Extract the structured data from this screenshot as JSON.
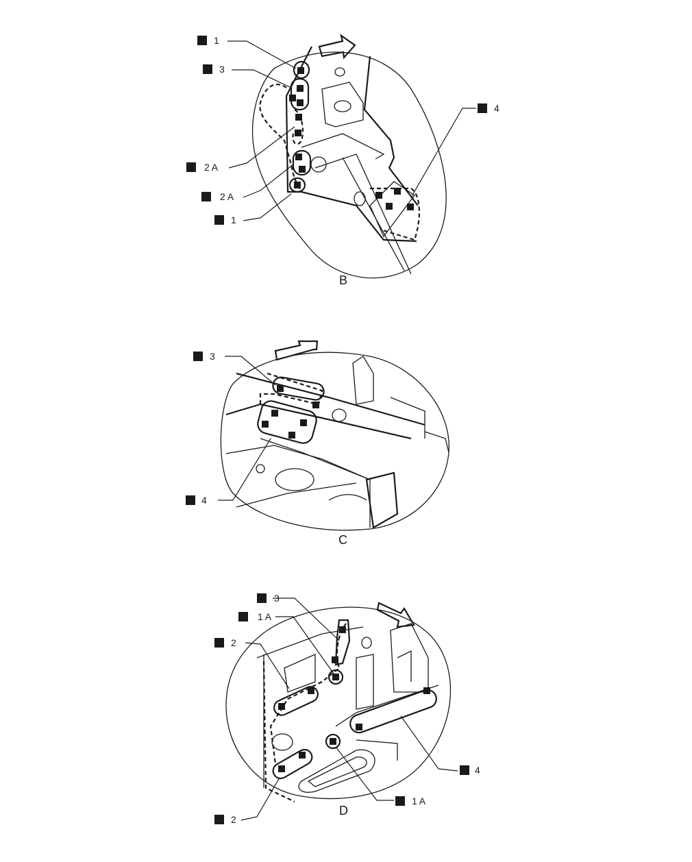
{
  "views": [
    {
      "caption": "B",
      "callouts": [
        {
          "marker": "black-square",
          "label": "1"
        },
        {
          "marker": "black-square",
          "label": "3"
        },
        {
          "marker": "black-square",
          "label": "2A"
        },
        {
          "marker": "black-square",
          "label": "2A"
        },
        {
          "marker": "black-square",
          "label": "1"
        },
        {
          "marker": "black-square",
          "label": "4"
        }
      ]
    },
    {
      "caption": "C",
      "callouts": [
        {
          "marker": "black-square",
          "label": "3"
        },
        {
          "marker": "black-square",
          "label": "4"
        }
      ]
    },
    {
      "caption": "D",
      "callouts": [
        {
          "marker": "black-square",
          "label": "3"
        },
        {
          "marker": "black-square",
          "label": "1A"
        },
        {
          "marker": "black-square",
          "label": "2"
        },
        {
          "marker": "black-square",
          "label": "4"
        },
        {
          "marker": "black-square",
          "label": "1A"
        },
        {
          "marker": "black-square",
          "label": "2"
        }
      ]
    }
  ],
  "icons": [
    "black-square-weld-marker",
    "direction-arrow-icon"
  ],
  "colors": {
    "line": "#1a1a1a",
    "background": "#ffffff"
  }
}
